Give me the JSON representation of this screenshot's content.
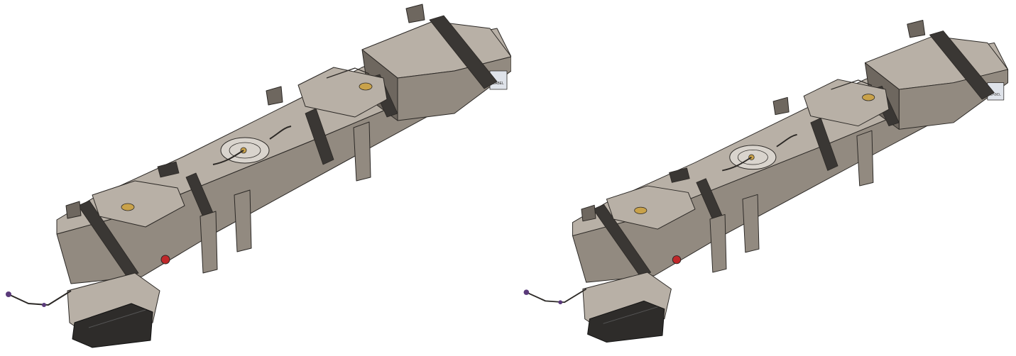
{
  "views": [
    {
      "id": "left",
      "label_text": "LABEL"
    },
    {
      "id": "right",
      "label_text": "LABEL"
    }
  ],
  "colors": {
    "metal_top": "#b8b0a6",
    "metal_side": "#928a80",
    "metal_dark": "#6e675f",
    "strap": "#3a3734",
    "outline": "#2b2825",
    "brass": "#c9a24a",
    "red": "#c0282a",
    "purple": "#5a3a7a",
    "canister": "#2e2c2a"
  }
}
